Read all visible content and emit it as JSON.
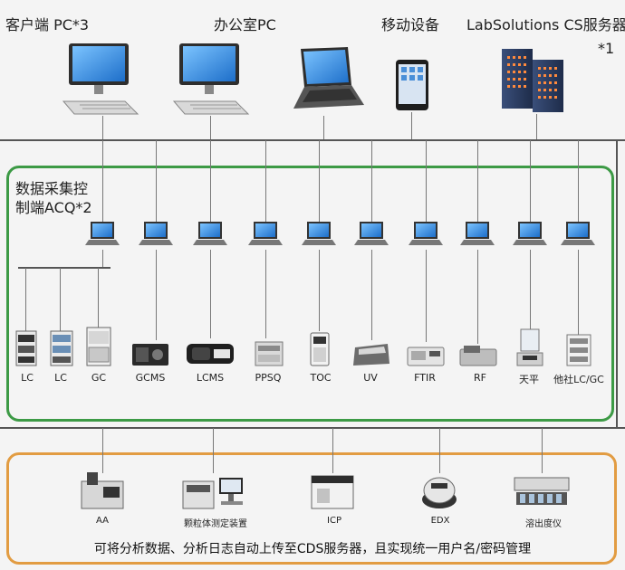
{
  "top_devices": [
    {
      "label": "客户端 PC*3",
      "icon": "desktop-pc-icon"
    },
    {
      "label": "办公室PC",
      "icon": "desktop-pc-icon"
    },
    {
      "label": "",
      "icon": "laptop-icon"
    },
    {
      "label": "移动设备",
      "icon": "tablet-icon"
    },
    {
      "label": "LabSolutions CS服务器",
      "icon": "server-rack-icon"
    }
  ],
  "server_note": "*1",
  "acq_group": {
    "title_line1": "数据采集控",
    "title_line2": "制端ACQ*2",
    "instruments": [
      "LC",
      "LC",
      "GC",
      "GCMS",
      "LCMS",
      "PPSQ",
      "TOC",
      "UV",
      "FTIR",
      "RF",
      "天平",
      "他社LC/GC"
    ]
  },
  "bottom_group": {
    "instruments": [
      "AA",
      "颗粒体测定装置",
      "ICP",
      "EDX",
      "溶出度仪"
    ],
    "footnote": "可将分析数据、分析日志自动上传至CDS服务器，且实现统一用户名/密码管理"
  },
  "colors": {
    "acq_border": "#3c9a45",
    "bottom_border": "#e29c42",
    "network_line": "#555555",
    "screen_blue": "#2a7fd4"
  }
}
